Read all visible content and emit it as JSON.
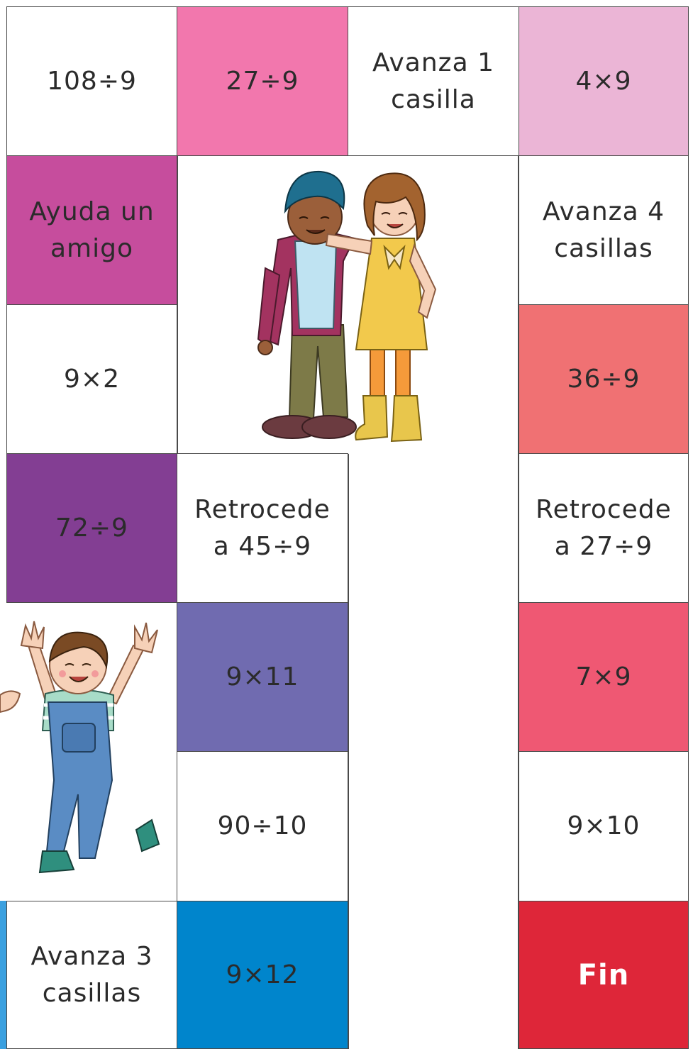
{
  "board": {
    "cells": [
      {
        "id": "c-108-div-9",
        "text": "108÷9",
        "color": "#ffffff",
        "text_color": "#2b2b2b"
      },
      {
        "id": "c-27-div-9",
        "text": "27÷9",
        "color": "#f277ad",
        "text_color": "#2b2b2b"
      },
      {
        "id": "c-avanza-1",
        "text": "Avanza 1\ncasilla",
        "color": "#ffffff",
        "text_color": "#2b2b2b"
      },
      {
        "id": "c-4-x-9",
        "text": "4×9",
        "color": "#ebb5d6",
        "text_color": "#2b2b2b"
      },
      {
        "id": "c-ayuda-amigo",
        "text": "Ayuda un\namigo",
        "color": "#c64d9d",
        "text_color": "#2b2b2b"
      },
      {
        "id": "c-avanza-4",
        "text": "Avanza 4\ncasillas",
        "color": "#ffffff",
        "text_color": "#2b2b2b"
      },
      {
        "id": "c-9-x-2",
        "text": "9×2",
        "color": "#ffffff",
        "text_color": "#2b2b2b"
      },
      {
        "id": "c-36-div-9",
        "text": "36÷9",
        "color": "#f07173",
        "text_color": "#2b2b2b"
      },
      {
        "id": "c-72-div-9",
        "text": "72÷9",
        "color": "#833e93",
        "text_color": "#2b2b2b"
      },
      {
        "id": "c-retrocede-45",
        "text": "Retrocede\na 45÷9",
        "color": "#ffffff",
        "text_color": "#2b2b2b"
      },
      {
        "id": "c-retrocede-27",
        "text": "Retrocede\na 27÷9",
        "color": "#ffffff",
        "text_color": "#2b2b2b"
      },
      {
        "id": "c-9-x-11",
        "text": "9×11",
        "color": "#706bb0",
        "text_color": "#2b2b2b"
      },
      {
        "id": "c-7-x-9",
        "text": "7×9",
        "color": "#ef5873",
        "text_color": "#2b2b2b"
      },
      {
        "id": "c-90-div-10",
        "text": "90÷10",
        "color": "#ffffff",
        "text_color": "#2b2b2b"
      },
      {
        "id": "c-9-x-10",
        "text": "9×10",
        "color": "#ffffff",
        "text_color": "#2b2b2b"
      },
      {
        "id": "c-avanza-3",
        "text": "Avanza 3\ncasillas",
        "color": "#ffffff",
        "text_color": "#2b2b2b"
      },
      {
        "id": "c-9-x-12",
        "text": "9×12",
        "color": "#0085cc",
        "text_color": "#2b2b2b"
      },
      {
        "id": "c-fin",
        "text": "Fin",
        "color": "#de2639",
        "text_color": "#ffffff"
      }
    ],
    "edge_strip_color": "#3aa0e0"
  },
  "illustrations": {
    "friends": "two-friends-hugging-illustration",
    "boy": "cheering-boy-illustration"
  }
}
